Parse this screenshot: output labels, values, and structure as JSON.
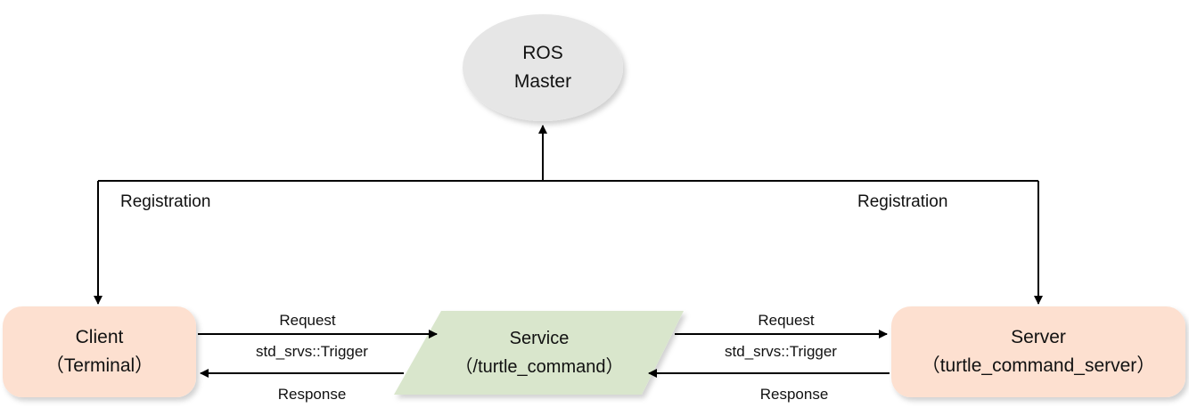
{
  "master": {
    "line1": "ROS",
    "line2": "Master"
  },
  "client": {
    "line1": "Client",
    "line2": "（Terminal）"
  },
  "service": {
    "line1": "Service",
    "line2": "（/turtle_command）"
  },
  "server": {
    "line1": "Server",
    "line2": "（turtle_command_server）"
  },
  "registration_left": "Registration",
  "registration_right": "Registration",
  "left_link": {
    "request": "Request",
    "type": "std_srvs::Trigger",
    "response": "Response"
  },
  "right_link": {
    "request": "Request",
    "type": "std_srvs::Trigger",
    "response": "Response"
  },
  "colors": {
    "master_fill": "#e6e6e6",
    "client_fill": "#fde0d0",
    "server_fill": "#fde0d0",
    "service_fill": "#d9e6cc",
    "line": "#000000"
  }
}
